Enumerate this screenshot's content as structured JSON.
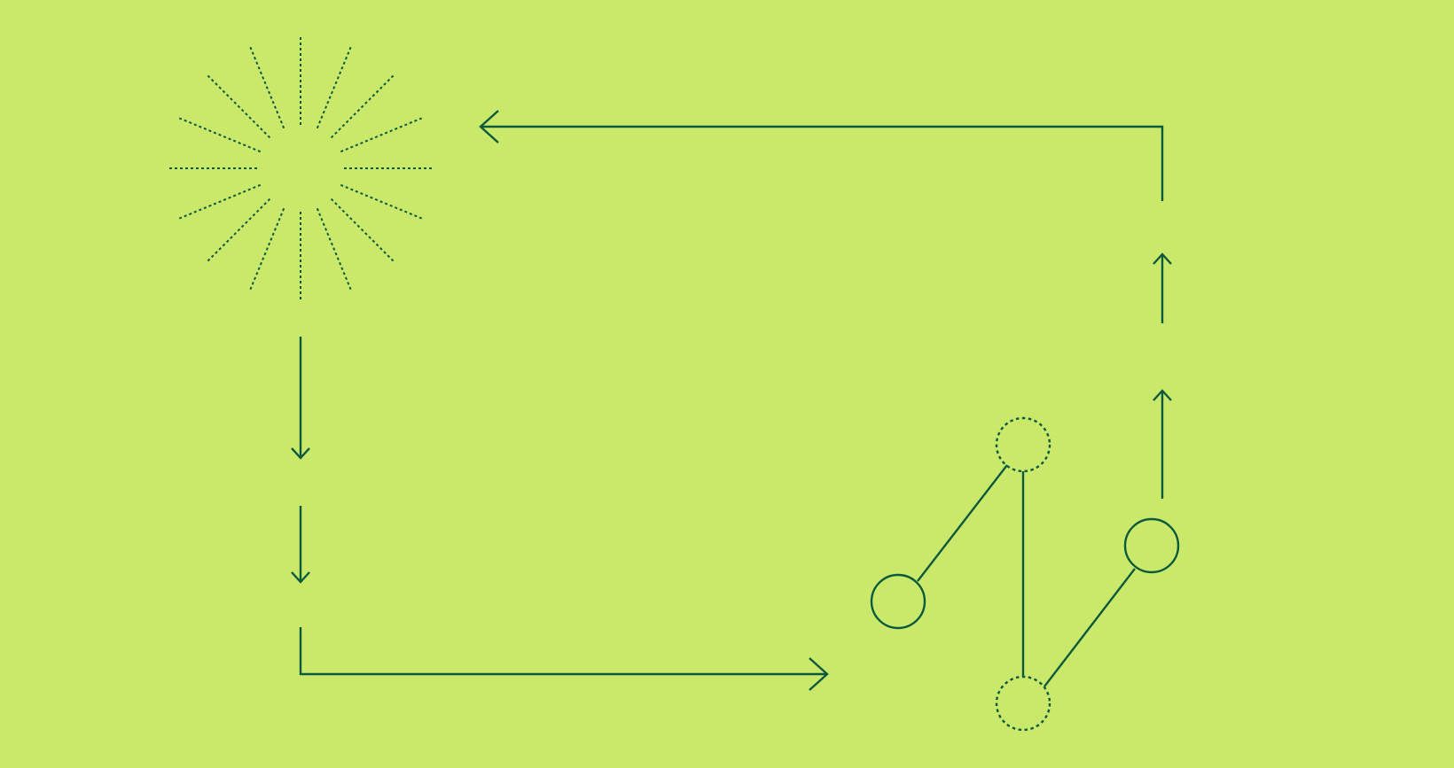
{
  "colors": {
    "background": "#cae96b",
    "stroke": "#0c5a3c"
  },
  "icons": {
    "burst": "starburst-icon",
    "graph": "node-graph-icon"
  },
  "diagram": {
    "type": "cycle",
    "arrow_directions": [
      "down",
      "down",
      "right",
      "up",
      "up",
      "left"
    ]
  }
}
